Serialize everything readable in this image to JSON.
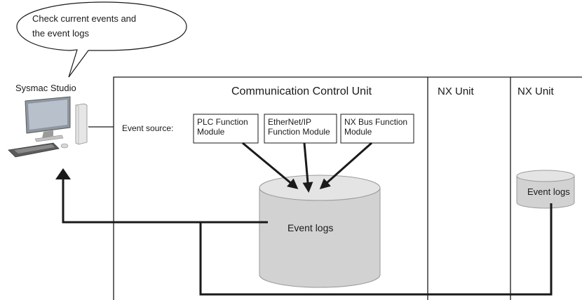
{
  "bubble": {
    "line1": "Check current events and",
    "line2": "the event logs"
  },
  "computer": {
    "label": "Sysmac Studio",
    "icon": "desktop-computer-icon"
  },
  "ccu": {
    "title": "Communication Control Unit",
    "event_source_label": "Event source:",
    "modules": [
      {
        "line1": "PLC Function",
        "line2": "Module"
      },
      {
        "line1": "EtherNet/IP",
        "line2": "Function Module"
      },
      {
        "line1": "NX Bus Function",
        "line2": "Module"
      }
    ],
    "event_log_label": "Event logs"
  },
  "nx_units": [
    {
      "title": "NX Unit"
    },
    {
      "title": "NX Unit",
      "event_log_label": "Event logs"
    }
  ],
  "colors": {
    "line": "#1a1a1a",
    "cylinder_fill": "#d2d2d2",
    "cylinder_top": "#e4e4e4",
    "cylinder_edge": "#9a9a9a",
    "monitor_screen": "#aab3bd",
    "keyboard": "#5a5a5a"
  }
}
